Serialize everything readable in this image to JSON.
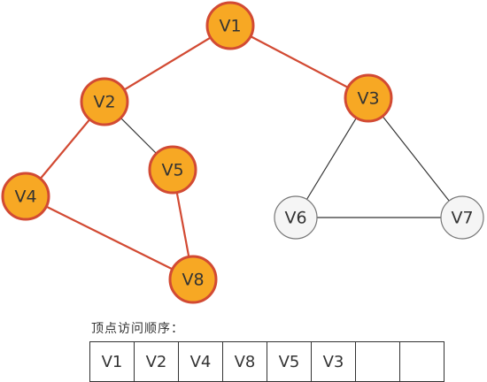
{
  "colors": {
    "visited_fill": "#F7A824",
    "visited_stroke": "#D24A33",
    "unvisited_fill": "#F5F5F5",
    "unvisited_stroke": "#777777",
    "traversal_edge": "#D24A33",
    "plain_edge": "#333333"
  },
  "nodes": [
    {
      "id": "V1",
      "label": "V1",
      "visited": true
    },
    {
      "id": "V2",
      "label": "V2",
      "visited": true
    },
    {
      "id": "V3",
      "label": "V3",
      "visited": true
    },
    {
      "id": "V4",
      "label": "V4",
      "visited": true
    },
    {
      "id": "V5",
      "label": "V5",
      "visited": true
    },
    {
      "id": "V6",
      "label": "V6",
      "visited": false
    },
    {
      "id": "V7",
      "label": "V7",
      "visited": false
    },
    {
      "id": "V8",
      "label": "V8",
      "visited": true
    }
  ],
  "edges": [
    {
      "from": "V1",
      "to": "V2",
      "traversed": true
    },
    {
      "from": "V1",
      "to": "V3",
      "traversed": true
    },
    {
      "from": "V2",
      "to": "V4",
      "traversed": true
    },
    {
      "from": "V2",
      "to": "V5",
      "traversed": false
    },
    {
      "from": "V4",
      "to": "V8",
      "traversed": true
    },
    {
      "from": "V5",
      "to": "V8",
      "traversed": true
    },
    {
      "from": "V3",
      "to": "V6",
      "traversed": false
    },
    {
      "from": "V3",
      "to": "V7",
      "traversed": false
    },
    {
      "from": "V6",
      "to": "V7",
      "traversed": false
    }
  ],
  "visit_order": {
    "title": "顶点访问顺序：",
    "cells": [
      "V1",
      "V2",
      "V4",
      "V8",
      "V5",
      "V3",
      "",
      ""
    ]
  }
}
